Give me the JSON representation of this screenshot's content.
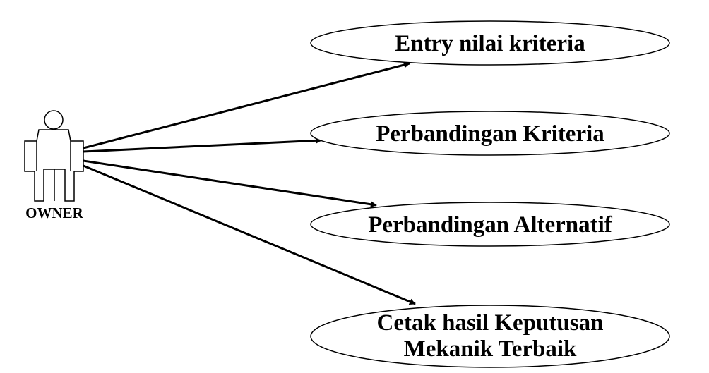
{
  "diagram": {
    "actor": {
      "label": "OWNER"
    },
    "use_cases": [
      {
        "label_lines": [
          "Entry nilai kriteria"
        ]
      },
      {
        "label_lines": [
          "Perbandingan Kriteria"
        ]
      },
      {
        "label_lines": [
          "Perbandingan Alternatif"
        ]
      },
      {
        "label_lines": [
          "Cetak hasil Keputusan",
          "Mekanik Terbaik"
        ]
      }
    ],
    "line_color": "#000000",
    "fill_color": "#ffffff"
  }
}
